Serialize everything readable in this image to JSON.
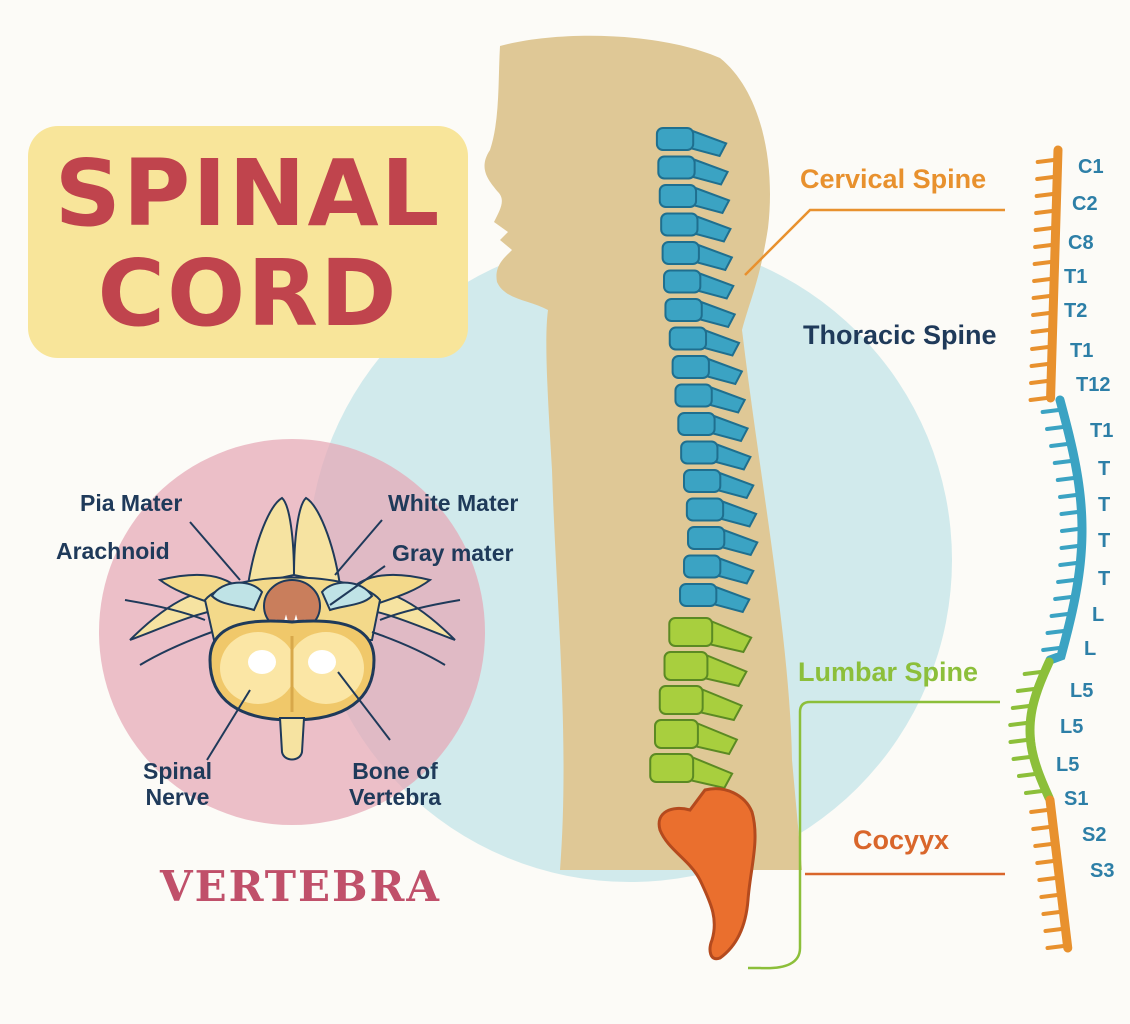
{
  "title": {
    "line1": "SPINAL",
    "line2": "CORD"
  },
  "vertebra": {
    "title": "VERTEBRA",
    "labels": {
      "pia_mater": "Pia Mater",
      "arachnoid": "Arachnoid",
      "white_mater": "White Mater",
      "gray_mater": "Gray mater",
      "spinal_nerve": "Spinal\nNerve",
      "bone_of_vertebra": "Bone of\nVertebra"
    }
  },
  "regions": {
    "cervical": "Cervical Spine",
    "thoracic": "Thoracic Spine",
    "lumbar": "Lumbar Spine",
    "coccyx": "Cocyyx"
  },
  "segments": [
    "C1",
    "C2",
    "C8",
    "T1",
    "T2",
    "T1",
    "T12",
    "T1",
    "T",
    "T",
    "T",
    "T",
    "L",
    "L",
    "L5",
    "L5",
    "L5",
    "S1",
    "S2",
    "S3"
  ],
  "colors": {
    "cervical": "#e8912e",
    "thoracic": "#1f3a5a",
    "lumbar": "#8cbf3a",
    "coccyx": "#d9662b",
    "segment_text": "#2d7fa7",
    "title": "#c0444d",
    "thoracic_vertebrae": "#3ba3c3",
    "lumbar_vertebrae": "#a8cf3e",
    "sacrum": "#ea6f2e"
  }
}
